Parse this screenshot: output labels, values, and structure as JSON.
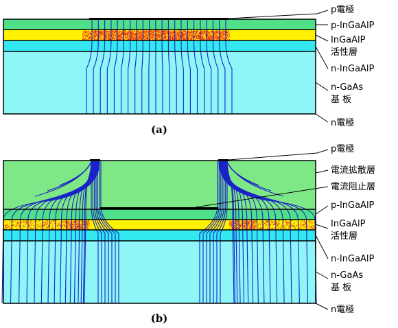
{
  "colors": {
    "substrate": "#8ff6f8",
    "n_layer": "#33e8ee",
    "active": "#fff200",
    "p_layer": "#4fe089",
    "spreading": "#7ee887",
    "current_lines": "#1a22c8",
    "emission": "#e8281c"
  },
  "diagram_a": {
    "caption": "(a)",
    "labels": {
      "p_electrode": "p電極",
      "p_layer": "p-InGaAlP",
      "active_1": "InGaAlP",
      "active_2": "活性層",
      "n_layer": "n-InGaAlP",
      "substrate_1": "n-GaAs",
      "substrate_2": "基 板",
      "n_electrode": "n電極"
    }
  },
  "diagram_b": {
    "caption": "(b)",
    "labels": {
      "p_electrode": "p電極",
      "spreading": "電流拡散層",
      "blocking": "電流阻止層",
      "p_layer": "p-InGaAlP",
      "active_1": "InGaAlP",
      "active_2": "活性層",
      "n_layer": "n-InGaAlP",
      "substrate_1": "n-GaAs",
      "substrate_2": "基 板",
      "n_electrode": "n電極"
    }
  }
}
